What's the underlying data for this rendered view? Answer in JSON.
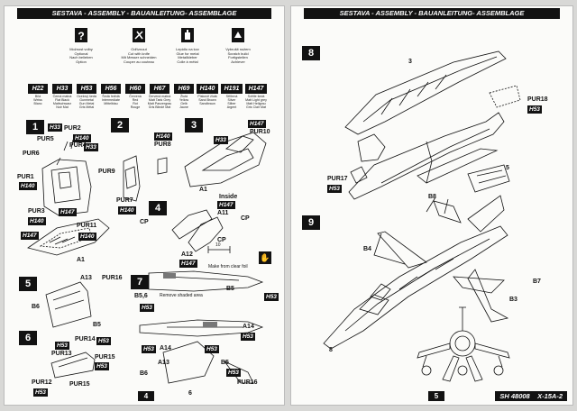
{
  "header": {
    "left": "SESTAVA - ASSEMBLY - BAUANLEITUNG- ASSEMBLAGE",
    "right": "SESTAVA - ASSEMBLY - BAUANLEITUNG- ASSEMBLAGE"
  },
  "symbols": [
    {
      "icon": "question-mark-icon",
      "text": "Možnost volby\nOptional\nNach belieben\nOption"
    },
    {
      "icon": "cut-icon",
      "text": "Odříznout\nCut with knife\nMit Messer schneiden\nCouper au couteau"
    },
    {
      "icon": "glue-icon",
      "text": "Lepidlo na kov\nGlue for metal\nMetallkleber\nColle à métal"
    },
    {
      "icon": "sand-icon",
      "text": "Vybrušit nožem\nScratch build\nFortigstellen\nAchiever"
    }
  ],
  "colors": [
    {
      "code": "H22",
      "name": "Bílá\nWeiss\nBlanc"
    },
    {
      "code": "H33",
      "name": "Černá matná\nFlat Black\nMattschwarz\nNoir Mat"
    },
    {
      "code": "H53",
      "name": "Ocelový šedá\nGunmetal\nGun Metal\nGris Métal"
    },
    {
      "code": "H56",
      "name": "Šedá hnědá\nIntermediate\nMittelblau"
    },
    {
      "code": "H60",
      "name": "Červená\nRed\nRot\nRouge"
    },
    {
      "code": "H67",
      "name": "Červená matná\nMatt Tank Grey\nMatt Panzergrau\nGris Blindé Mat"
    },
    {
      "code": "H69",
      "name": "Žlutá\nYellow\nGelb\nJaune"
    },
    {
      "code": "H140",
      "name": "Pískově žlutá\nSand Brown\nSandbraun"
    },
    {
      "code": "H191",
      "name": "Stříbrná\nSilver\nSilber\nArgent"
    },
    {
      "code": "H147",
      "name": "Světle šedá\nMatt Light grey\nMatt Hellgrau\nGris Clair Mat"
    }
  ],
  "steps": {
    "s1": "1",
    "s2": "2",
    "s3": "3",
    "s4": "4",
    "s5": "5",
    "s6": "6",
    "s7": "7",
    "s8": "8",
    "s9": "9"
  },
  "labels": {
    "h33_a": "H33",
    "h140_a": "H140",
    "pur2": "PUR2",
    "pur5": "PUR5",
    "pur4": "PUR4",
    "h33_b": "H33",
    "pur6": "PUR6",
    "pur1": "PUR1",
    "h140_b": "H140",
    "pur3": "PUR3",
    "h140_c": "H140",
    "h147_a": "H147",
    "pur11": "PUR11",
    "h140_d": "H140",
    "h147_b": "H147",
    "a1_a": "A1",
    "pur8": "PUR8",
    "h140_e": "H140",
    "pur9": "PUR9",
    "pur7": "PUR7",
    "h140_f": "H140",
    "h33_c": "H33",
    "h147_c": "H147",
    "pur10": "PUR10",
    "a1_b": "A1",
    "inside": "Inside",
    "h147_d": "H147",
    "a11": "A11",
    "cp1": "CP",
    "cp2": "CP",
    "cp3": "CP",
    "a12": "A12",
    "h147_e": "H147",
    "make": "Make from clear foil",
    "ten": "10",
    "a13": "A13",
    "pur16_a": "PUR16",
    "b6_a": "B6",
    "b5_a": "B5",
    "h53_a": "H53",
    "pur14": "PUR14",
    "h53_b": "H53",
    "pur13": "PUR13",
    "pur15_a": "PUR15",
    "h53_c": "H53",
    "pur12": "PUR12",
    "h53_d": "H53",
    "pur15_b": "PUR15",
    "b56": "B5,6",
    "remove": "Remove shaded area",
    "b5_b": "B5",
    "h53_e": "H53",
    "h53_f": "H53",
    "a14": "A14",
    "h53_g": "H53",
    "h53_h": "H53",
    "a14_b": "A14",
    "h53_i": "H53",
    "a13_b": "A13",
    "b5_c": "B5",
    "b6_b": "B6",
    "h53_j": "H53",
    "pur16_b": "PUR16",
    "six": "6",
    "three": "3",
    "pur18": "PUR18",
    "h53_k": "H53",
    "pur17": "PUR17",
    "h53_l": "H53",
    "five": "5",
    "b8": "B8",
    "b4": "B4",
    "b3": "B3",
    "b7": "B7",
    "eight": "8"
  },
  "footer": {
    "left_page": "4",
    "right_page": "5",
    "code": "SH 48008",
    "title": "X-15A-2"
  }
}
